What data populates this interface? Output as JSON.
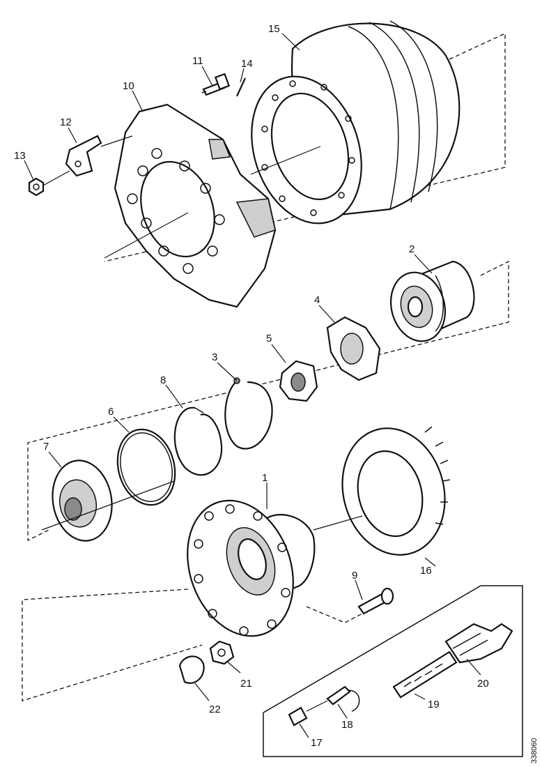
{
  "diagram": {
    "labels": {
      "p1": "1",
      "p2": "2",
      "p3": "3",
      "p4": "4",
      "p5": "5",
      "p6": "6",
      "p7": "7",
      "p8": "8",
      "p9": "9",
      "p10": "10",
      "p11": "11",
      "p12": "12",
      "p13": "13",
      "p14": "14",
      "p15": "15",
      "p16": "16",
      "p17": "17",
      "p18": "18",
      "p19": "19",
      "p20": "20",
      "p21": "21",
      "p22": "22"
    },
    "figure_code": "338060"
  }
}
